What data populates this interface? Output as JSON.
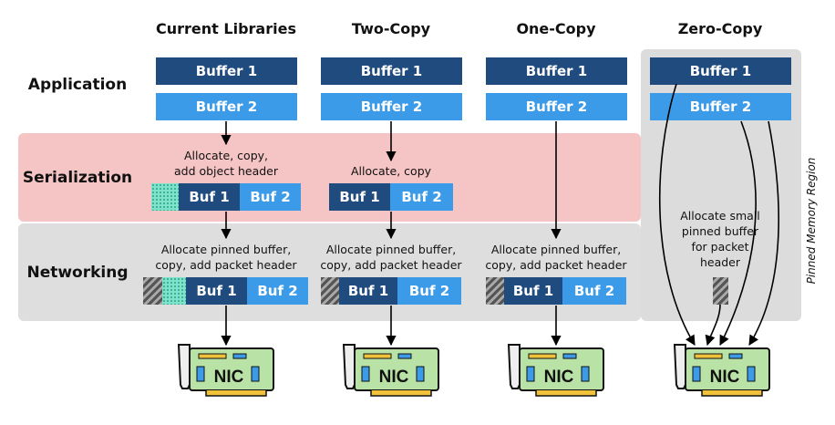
{
  "columns": [
    "Current Libraries",
    "Two-Copy",
    "One-Copy",
    "Zero-Copy"
  ],
  "rows": [
    "Application",
    "Serialization",
    "Networking"
  ],
  "app_buffers": {
    "buffer1": "Buffer 1",
    "buffer2": "Buffer 2"
  },
  "serialization_notes": {
    "current": "Allocate, copy,\nadd object header",
    "two_copy": "Allocate, copy"
  },
  "networking_note": "Allocate pinned buffer,\ncopy, add packet header",
  "zero_copy_note": "Allocate small\npinned buffer\nfor packet\nheader",
  "serialized_bufs": {
    "buf1": "Buf 1",
    "buf2": "Buf 2"
  },
  "nic_label": "NIC",
  "pinned_region_label": "Pinned Memory Region",
  "colors": {
    "serialization_band": "#f5c4c4",
    "networking_band": "#dedede",
    "pinned_region": "#dcdcdc",
    "buffer_dark": "#1f4b7f",
    "buffer_light": "#3c9be8",
    "nic_board": "#b9e3a6"
  }
}
